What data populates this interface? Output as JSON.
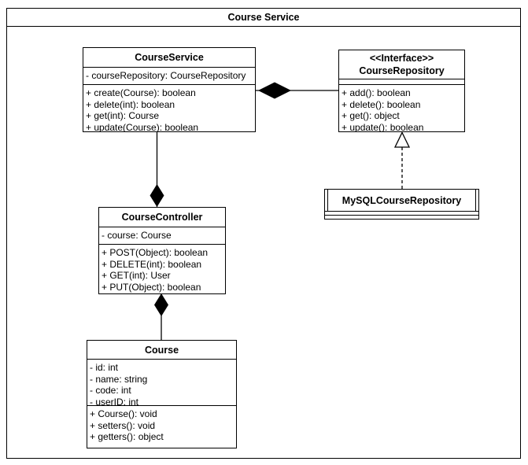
{
  "diagram": {
    "title": "Course Service",
    "background_color": "#ffffff",
    "line_color": "#000000"
  },
  "classes": {
    "course_service": {
      "name": "CourseService",
      "attributes": [
        "- courseRepository: CourseRepository"
      ],
      "methods": [
        "+ create(Course): boolean",
        "+ delete(int): boolean",
        "+ get(int): Course",
        "+ update(Course): boolean"
      ]
    },
    "course_repository": {
      "stereotype": "<<Interface>>",
      "name": "CourseRepository",
      "attributes": [],
      "methods": [
        "+ add(): boolean",
        "+ delete(): boolean",
        "+ get(): object",
        "+ update(): boolean"
      ]
    },
    "mysql_course_repository": {
      "name": "MySQLCourseRepository",
      "attributes": [],
      "methods": []
    },
    "course_controller": {
      "name": "CourseController",
      "attributes": [
        "- course: Course"
      ],
      "methods": [
        "+ POST(Object): boolean",
        "+ DELETE(int): boolean",
        "+ GET(int): User",
        "+ PUT(Object): boolean"
      ]
    },
    "course": {
      "name": "Course",
      "attributes": [
        "- id: int",
        "- name: string",
        "- code: int",
        "- userID: int"
      ],
      "methods": [
        "+ Course(): void",
        "+ setters(): void",
        "+ getters(): object"
      ]
    }
  },
  "relationships": [
    {
      "type": "composition",
      "from": "CourseService",
      "to": "CourseRepository",
      "diamond_at": "CourseService"
    },
    {
      "type": "composition",
      "from": "CourseService",
      "to": "CourseController",
      "diamond_at": "CourseController"
    },
    {
      "type": "composition",
      "from": "CourseController",
      "to": "Course",
      "diamond_at": "CourseController"
    },
    {
      "type": "realization",
      "from": "MySQLCourseRepository",
      "to": "CourseRepository",
      "arrow_at": "CourseRepository"
    }
  ]
}
